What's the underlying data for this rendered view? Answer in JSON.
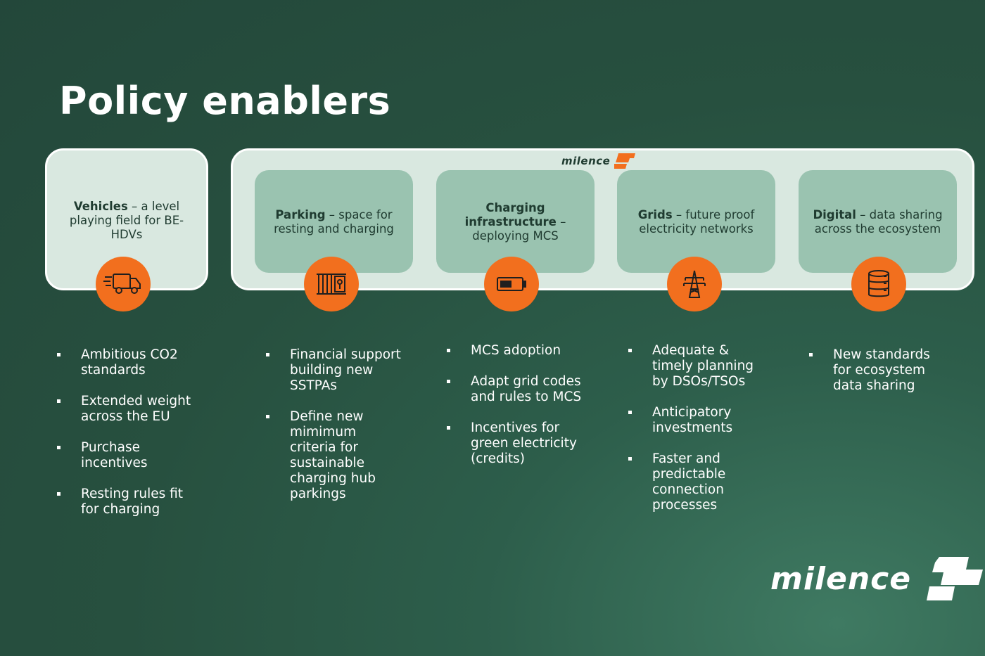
{
  "title": "Policy enablers",
  "header_logo": "milence",
  "footer_logo": "milence",
  "colors": {
    "accent": "#f26f1e",
    "box_light": "#d9e8e0",
    "box_mid": "#9ac3b0"
  },
  "pillars": [
    {
      "bold": "Vehicles",
      "rest": " – a level playing field for BE-HDVs",
      "icon": "truck-icon",
      "bullets": [
        "Ambitious CO2 standards",
        "Extended weight across the EU",
        "Purchase incentives",
        "Resting rules fit for charging"
      ]
    },
    {
      "bold": "Parking",
      "rest": " – space for resting and charging",
      "icon": "parking-icon",
      "bullets": [
        "Financial support building new SSTPAs",
        "Define new mimimum criteria for sustainable charging hub parkings"
      ]
    },
    {
      "bold": "Charging infrastructure",
      "rest": " – deploying MCS",
      "icon": "battery-icon",
      "bullets": [
        "MCS adoption",
        "Adapt grid codes and rules to MCS",
        "Incentives for green electricity (credits)"
      ]
    },
    {
      "bold": "Grids",
      "rest": " – future proof electricity networks",
      "icon": "power-pylon-icon",
      "bullets": [
        "Adequate & timely planning by DSOs/TSOs",
        "Anticipatory investments",
        "Faster and predictable connection processes"
      ]
    },
    {
      "bold": "Digital",
      "rest": " – data sharing across the ecosystem",
      "icon": "database-icon",
      "bullets": [
        "New standards for ecosystem data sharing"
      ]
    }
  ]
}
